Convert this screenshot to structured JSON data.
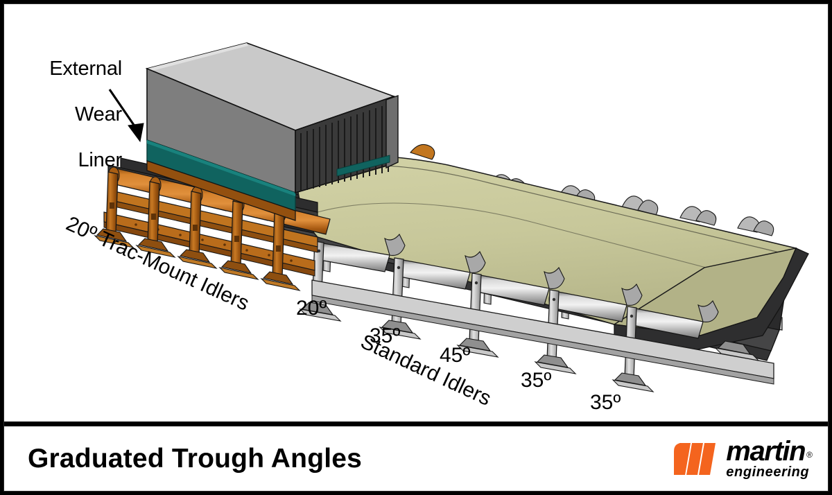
{
  "document": {
    "title": "Graduated Trough Angles",
    "type": "technical-illustration",
    "subject": "Conveyor belt transfer point with graduated trough angle idlers"
  },
  "frame": {
    "border_color": "#000000",
    "background": "#ffffff"
  },
  "illustration": {
    "callouts": [
      {
        "name": "external-wear-liner",
        "text": "External\nWear\nLiner",
        "lines": [
          "External",
          "Wear",
          "Liner"
        ],
        "has_arrow": true,
        "arrow_points_to": "teal wear liner band on chute skirtboard"
      },
      {
        "name": "trac-mount-idlers",
        "text": "20º Trac-Mount Idlers",
        "rotation_deg": 24.5,
        "refers_to": "orange idler frames under the chute"
      },
      {
        "name": "standard-idlers",
        "text": "Standard Idlers",
        "rotation_deg": 25,
        "refers_to": "gray idler frames along the conveyor"
      }
    ],
    "angle_labels": [
      {
        "name": "angle-20",
        "value": "20",
        "text": "20º"
      },
      {
        "name": "angle-35-a",
        "value": "35",
        "text": "35º"
      },
      {
        "name": "angle-45",
        "value": "45",
        "text": "45º"
      },
      {
        "name": "angle-35-b",
        "value": "35",
        "text": "35º"
      },
      {
        "name": "angle-35-c",
        "value": "35",
        "text": "35º"
      }
    ],
    "components": {
      "chute_box": "Transfer chute enclosure",
      "wear_liner": "External wear liner",
      "dust_curtain": "Dust curtain / exit skirting",
      "trac_mount_idlers_count": 5,
      "standard_idlers_count": 5,
      "belt": "Troughed conveyor belt",
      "material_load": "Bulk material load profile"
    },
    "colors": {
      "chute_top": "#c9c9c9",
      "chute_front": "#7d7d7d",
      "chute_side": "#6a6a6a",
      "wear_liner_teal": "#10635f",
      "trac_mount_orange": "#c26a16",
      "trac_mount_orange_dark": "#8f4a0e",
      "belt_dark": "#39393a",
      "belt_black": "#232324",
      "material_khaki": "#cbcb9e",
      "material_khaki_shade": "#b4b488",
      "idler_gray": "#b9b9b9",
      "idler_gray_dark": "#8d8d8d",
      "outline": "#000000"
    }
  },
  "titlebar": {
    "title": "Graduated Trough Angles",
    "logo": {
      "mark": "martin-m-icon",
      "mark_color": "#f4641e",
      "wordmark": "martin",
      "registered": "®",
      "tagline": "engineering",
      "text_color": "#000000"
    }
  }
}
